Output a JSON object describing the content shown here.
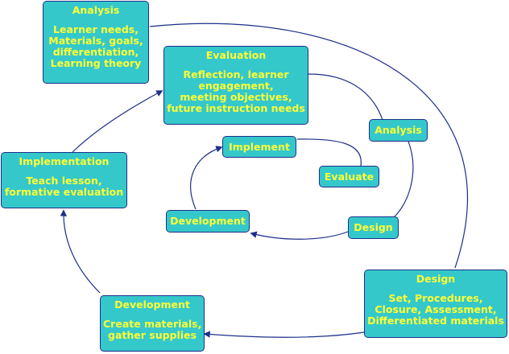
{
  "colors": {
    "box_fill": "#35c8cb",
    "box_border": "#1d2f8a",
    "text": "#ffff33",
    "connector": "#1d2f8a"
  },
  "diagram": {
    "analysis_outer": {
      "title": "Analysis",
      "lines": [
        "Learner needs,",
        "Materials, goals,",
        "differentiation,",
        "Learning theory"
      ]
    },
    "evaluation_outer": {
      "title": "Evaluation",
      "lines": [
        "Reflection, learner",
        "engagement,",
        "meeting objectives,",
        "future instruction needs"
      ]
    },
    "implementation_outer": {
      "title": "Implementation",
      "lines": [
        "Teach lesson,",
        "formative evaluation"
      ]
    },
    "development_outer": {
      "title": "Development",
      "lines": [
        "Create materials,",
        "gather supplies"
      ]
    },
    "design_outer": {
      "title": "Design",
      "lines": [
        "Set, Procedures,",
        "Closure, Assessment,",
        "Differentiated materials"
      ]
    },
    "analysis_inner": {
      "title": "Analysis"
    },
    "design_inner": {
      "title": "Design"
    },
    "development_inner": {
      "title": "Development"
    },
    "implement_inner": {
      "title": "Implement"
    },
    "evaluate_inner": {
      "title": "Evaluate"
    }
  }
}
